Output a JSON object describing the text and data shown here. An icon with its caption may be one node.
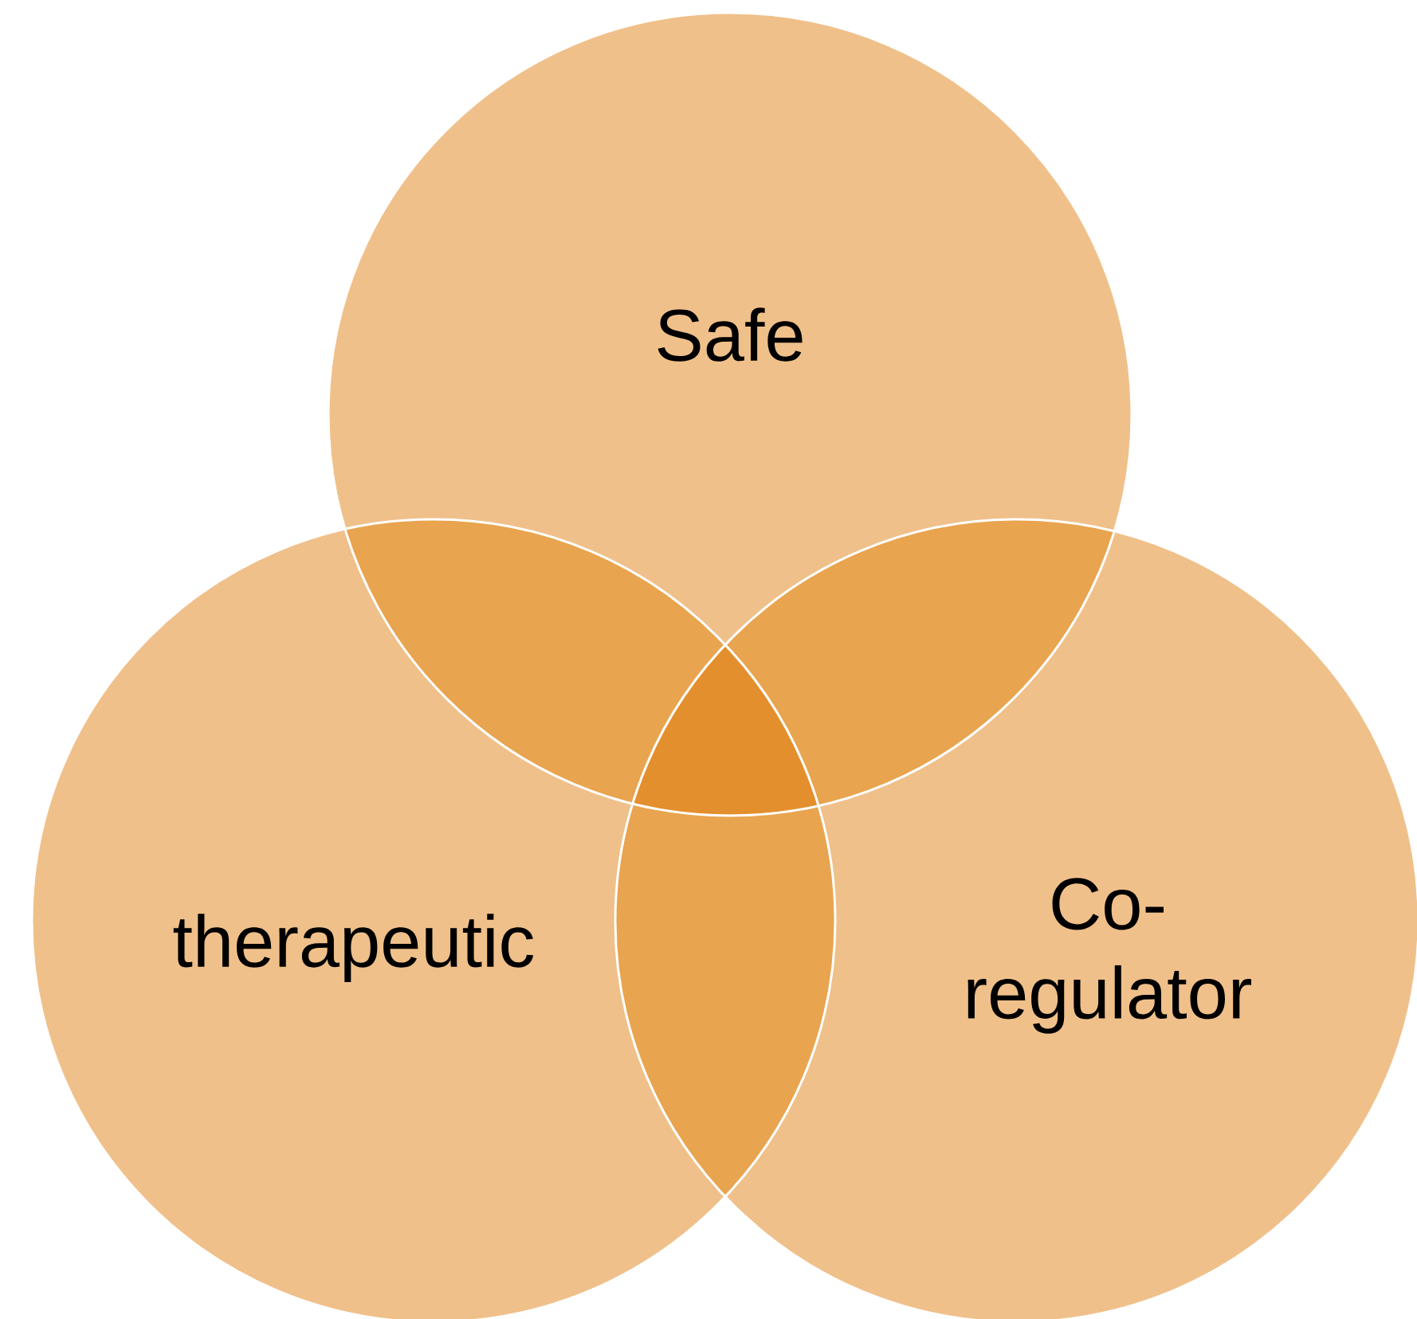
{
  "diagram": {
    "nodes": [
      {
        "text": [
          "Safe"
        ]
      },
      {
        "text": [
          "therapeutic"
        ]
      },
      {
        "text": [
          "Co- regulator"
        ]
      }
    ]
  }
}
